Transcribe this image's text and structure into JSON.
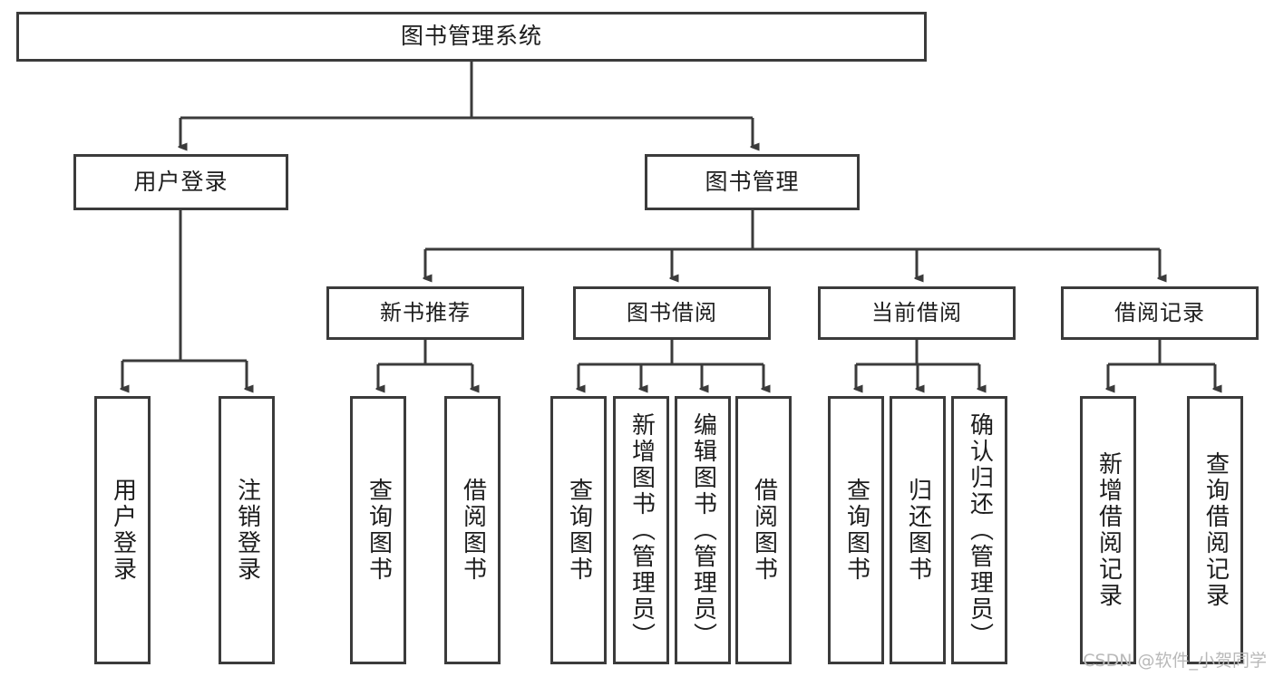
{
  "diagram": {
    "title": "图书管理系统",
    "watermark": "CSDN @软件_小贺同学",
    "stroke_color": "#3b3b3b",
    "background_color": "#ffffff",
    "text_color": "#1d1d1d",
    "root": {
      "label": "图书管理系统"
    },
    "level2": [
      {
        "label": "用户登录"
      },
      {
        "label": "图书管理"
      }
    ],
    "level3": [
      {
        "label": "新书推荐"
      },
      {
        "label": "图书借阅"
      },
      {
        "label": "当前借阅"
      },
      {
        "label": "借阅记录"
      }
    ],
    "leaves": {
      "user_login": [
        {
          "label": "用户登录"
        },
        {
          "label": "注销登录"
        }
      ],
      "new_book_recommend": [
        {
          "label": "查询图书"
        },
        {
          "label": "借阅图书"
        }
      ],
      "book_borrow": [
        {
          "label": "查询图书"
        },
        {
          "label": "新增图书（管理员）"
        },
        {
          "label": "编辑图书（管理员）"
        },
        {
          "label": "借阅图书"
        }
      ],
      "current_borrow": [
        {
          "label": "查询图书"
        },
        {
          "label": "归还图书"
        },
        {
          "label": "确认归还（管理员）"
        }
      ],
      "borrow_records": [
        {
          "label": "新增借阅记录"
        },
        {
          "label": "查询借阅记录"
        }
      ]
    }
  }
}
